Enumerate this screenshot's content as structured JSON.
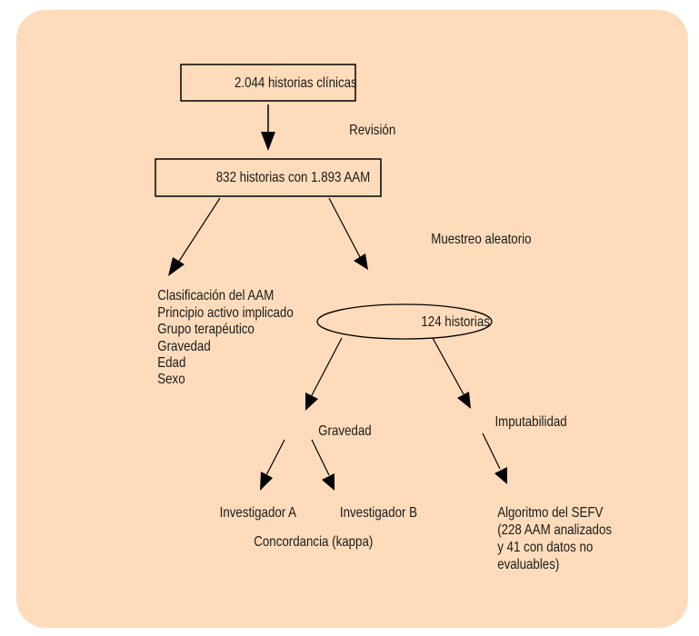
{
  "colors": {
    "background": "#fedcbb",
    "stroke": "#000000",
    "text": "#1a1a1a"
  },
  "nodes": {
    "total": "2.044 historias clínicas",
    "reviewed": "832 historias con 1.893 AAM",
    "sample": "124 historias",
    "severity": "Gravedad",
    "imputability": "Imputabilidad",
    "investigator_a": "Investigador A",
    "investigator_b": "Investigador B",
    "agreement": "Concordancia (kappa)"
  },
  "edge_labels": {
    "review": "Revisión",
    "random_sampling": "Muestreo aleatorio"
  },
  "variables_list": [
    "Clasificación del AAM",
    "Principio activo implicado",
    "Grupo terapéutico",
    "Gravedad",
    "Edad",
    "Sexo"
  ],
  "algorithm_lines": [
    "Algoritmo del SEFV",
    "(228 AAM analizados",
    "y 41 con datos no",
    "evaluables)"
  ]
}
